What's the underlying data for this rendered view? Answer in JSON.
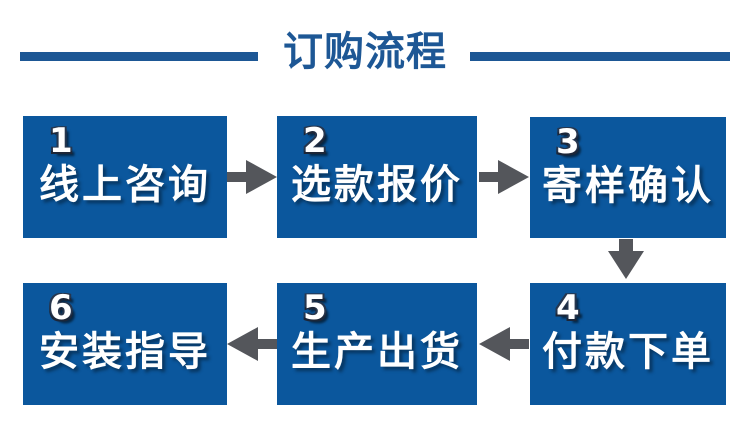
{
  "header": {
    "title": "订购流程"
  },
  "steps": [
    {
      "number": "1",
      "label": "线上咨询"
    },
    {
      "number": "2",
      "label": "选款报价"
    },
    {
      "number": "3",
      "label": "寄样确认"
    },
    {
      "number": "4",
      "label": "付款下单"
    },
    {
      "number": "5",
      "label": "生产出货"
    },
    {
      "number": "6",
      "label": "安装指导"
    }
  ],
  "icons": {
    "arrow_right": "▶",
    "arrow_down": "▼",
    "arrow_left": "◀"
  },
  "colors": {
    "box_blue": "#0b579d",
    "title_blue": "#1d5795",
    "arrow_gray": "#54565b",
    "text_white": "#ffffff"
  }
}
